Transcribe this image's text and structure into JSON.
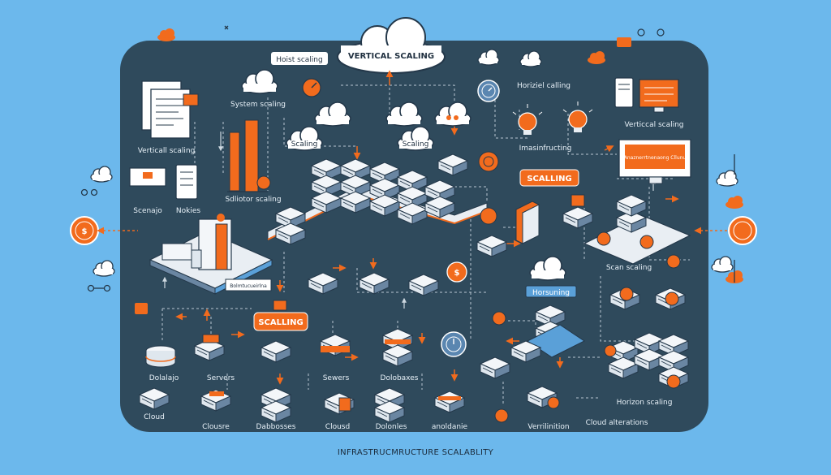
{
  "title": "VERTICAL SCALING",
  "caption": "INFRASTRUCMRUCTURE SCALABLITY",
  "colors": {
    "background": "#6cb8ec",
    "board": "#2f4a5c",
    "accent": "#f26b1d",
    "server": "#e9eef3",
    "server_side": "#6a86a2",
    "cloud": "#ffffff",
    "line": "#b9c7d2"
  },
  "labels": {
    "hoist_scaling": "Hoist scaling",
    "system_scaling": "System scaling",
    "horizontal_calling": "Horiziel calling",
    "vertical_scaling_tl": "Verticall scaling",
    "vertical_scaling_tr": "Verticcal scaling",
    "scaling_mid": "Scaling",
    "scaling_mid2": "Scaling",
    "infrastructure": "Imasinfructing",
    "scaling_pill": "SCALLING",
    "screen_text": "Anaznerrtnenaong Cllunu",
    "scenajo": "Scenajo",
    "nokies": "Nokies",
    "solution_scaling": "Sdliotor scaling",
    "scan_scaling": "Scan scaling",
    "dashboard_small": "Bolmtucueirlna",
    "horsuning": "Horsuning",
    "scalling_bottom": "SCALLING",
    "dolalajo": "Dolalajo",
    "servers1": "Servers",
    "servers2": "Sewers",
    "databases1": "Dolobaxes",
    "cloud1": "Cloud",
    "clousre": "Clousre",
    "dabbosses": "Dabbosses",
    "cloud2": "Clousd",
    "dolonles": "Dolonles",
    "anotonfe": "anoldanie",
    "verthnition": "Verrilinition",
    "cloud_alterations": "Cloud alterations",
    "horizon_scaling": "Horizon scaling"
  },
  "icons": [
    "cloud-icon",
    "server-rack-icon",
    "database-icon",
    "lightbulb-icon",
    "clock-icon",
    "monitor-icon",
    "document-icon",
    "dollar-coin-icon",
    "tablet-icon",
    "bar-chart-icon"
  ]
}
